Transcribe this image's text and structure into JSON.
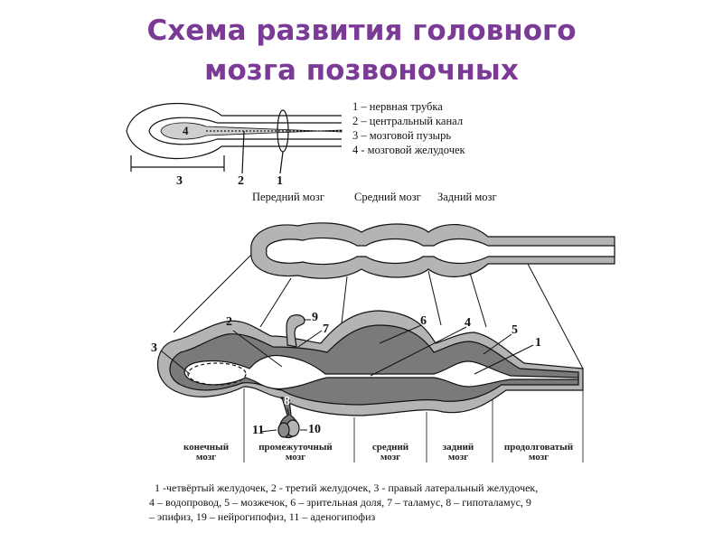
{
  "title": {
    "line1": "Схема развития головного",
    "line2": "мозга позвоночных"
  },
  "top_legend": [
    "1 – нервная трубка",
    "2 – центральный канал",
    "3 – мозговой пузырь",
    "4 - мозговой желудочек"
  ],
  "top_numbers": {
    "n4": "4",
    "n3": "3",
    "n2": "2",
    "n1": "1"
  },
  "stage_labels": {
    "forebrain": "Передний мозг",
    "midbrain": "Средний мозг",
    "hindbrain": "Задний мозг"
  },
  "detail_numbers": {
    "n1": "1",
    "n2": "2",
    "n3": "3",
    "n4": "4",
    "n5": "5",
    "n6": "6",
    "n7": "7",
    "n8": "8",
    "n9": "9",
    "n10": "10",
    "n11": "11"
  },
  "regions": {
    "telencephalon_1": "конечный",
    "telencephalon_2": "мозг",
    "diencephalon_1": "промежуточный",
    "diencephalon_2": "мозг",
    "mesencephalon_1": "средний",
    "mesencephalon_2": "мозг",
    "metencephalon_1": "задний",
    "metencephalon_2": "мозг",
    "medulla_1": "продолговатый",
    "medulla_2": "мозг"
  },
  "caption": [
    "1 -четвёртый желудочек, 2 - третий желудочек, 3 - правый латеральный желудочек,",
    "4 – водопровод, 5 – мозжечок, 6 – зрительная доля, 7 – таламус, 8 – гипоталамус, 9",
    "– эпифиз, 19 – нейрогипофиз, 11 – аденогипофиз"
  ],
  "colors": {
    "title": "#7b3a96",
    "outer_tissue": "#b4b4b4",
    "inner_tissue": "#7a7a7a",
    "cavity": "#ffffff",
    "line": "#111111"
  }
}
